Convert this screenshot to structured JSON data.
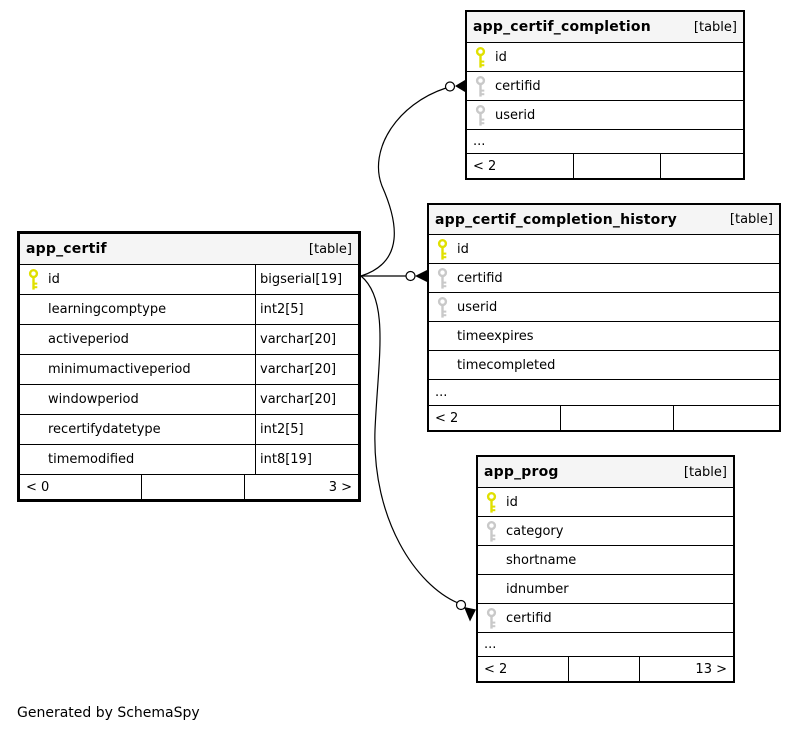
{
  "diagram": {
    "generated_note": "Generated by SchemaSpy",
    "colors": {
      "primary_key": "#e0e000",
      "foreign_key": "#c9c9c9",
      "header_bg": "#f5f5f5",
      "border": "#000000",
      "background": "#ffffff"
    },
    "tables": [
      {
        "id": "app_certif_completion",
        "name": "app_certif_completion",
        "kind": "[table]",
        "columns": [
          {
            "name": "id",
            "key": "primary",
            "type": ""
          },
          {
            "name": "certifid",
            "key": "foreign",
            "type": ""
          },
          {
            "name": "userid",
            "key": "foreign",
            "type": ""
          }
        ],
        "truncated": "...",
        "footer": {
          "left": "< 2",
          "center": "",
          "right": ""
        }
      },
      {
        "id": "app_certif_completion_history",
        "name": "app_certif_completion_history",
        "kind": "[table]",
        "columns": [
          {
            "name": "id",
            "key": "primary",
            "type": ""
          },
          {
            "name": "certifid",
            "key": "foreign",
            "type": ""
          },
          {
            "name": "userid",
            "key": "foreign",
            "type": ""
          },
          {
            "name": "timeexpires",
            "key": "",
            "type": ""
          },
          {
            "name": "timecompleted",
            "key": "",
            "type": ""
          }
        ],
        "truncated": "...",
        "footer": {
          "left": "< 2",
          "center": "",
          "right": ""
        }
      },
      {
        "id": "app_certif",
        "name": "app_certif",
        "kind": "[table]",
        "columns": [
          {
            "name": "id",
            "key": "primary",
            "type": "bigserial[19]"
          },
          {
            "name": "learningcomptype",
            "key": "",
            "type": "int2[5]"
          },
          {
            "name": "activeperiod",
            "key": "",
            "type": "varchar[20]"
          },
          {
            "name": "minimumactiveperiod",
            "key": "",
            "type": "varchar[20]"
          },
          {
            "name": "windowperiod",
            "key": "",
            "type": "varchar[20]"
          },
          {
            "name": "recertifydatetype",
            "key": "",
            "type": "int2[5]"
          },
          {
            "name": "timemodified",
            "key": "",
            "type": "int8[19]"
          }
        ],
        "truncated": "",
        "footer": {
          "left": "< 0",
          "center": "",
          "right": "3 >"
        }
      },
      {
        "id": "app_prog",
        "name": "app_prog",
        "kind": "[table]",
        "columns": [
          {
            "name": "id",
            "key": "primary",
            "type": ""
          },
          {
            "name": "category",
            "key": "foreign",
            "type": ""
          },
          {
            "name": "shortname",
            "key": "",
            "type": ""
          },
          {
            "name": "idnumber",
            "key": "",
            "type": ""
          },
          {
            "name": "certifid",
            "key": "foreign",
            "type": ""
          }
        ],
        "truncated": "...",
        "footer": {
          "left": "< 2",
          "center": "",
          "right": "13 >"
        }
      }
    ],
    "relationships": [
      {
        "parent": "app_certif.id",
        "child": "app_certif_completion.certifid",
        "child_marker": "circle-crow"
      },
      {
        "parent": "app_certif.id",
        "child": "app_certif_completion_history.certifid",
        "child_marker": "circle-crow"
      },
      {
        "parent": "app_certif.id",
        "child": "app_prog.certifid",
        "child_marker": "circle-crow"
      }
    ]
  }
}
